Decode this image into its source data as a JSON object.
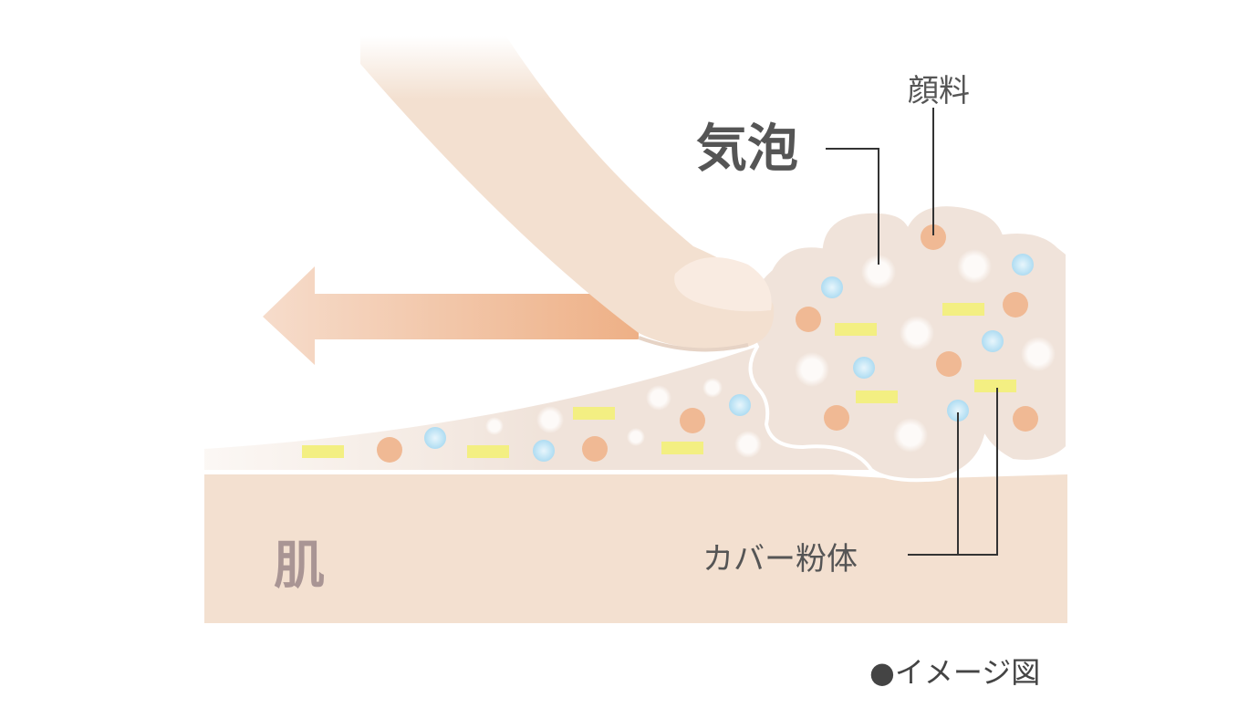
{
  "labels": {
    "bubble": "気泡",
    "pigment": "顔料",
    "cover_powder": "カバー粉体",
    "skin": "肌",
    "image_note": "●イメージ図"
  },
  "colors": {
    "skin": "#f3e0d0",
    "foam": "#f0e3da",
    "pigment": "#f0b994",
    "cover_powder": "#bfe3f3",
    "yellow_particle": "#f3ef82",
    "arrow": "#eeb48a",
    "text": "#555555"
  }
}
